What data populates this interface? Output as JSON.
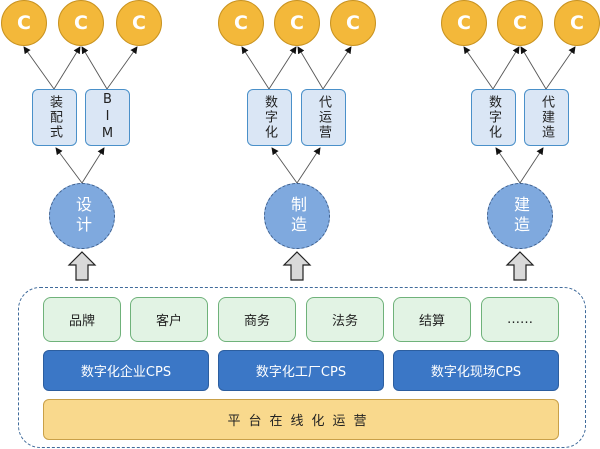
{
  "top_nodes": {
    "label": "C",
    "colors": {
      "fill": "#f3b83a",
      "stroke": "#c99320"
    }
  },
  "groups": [
    {
      "hub": "设计",
      "boxes": [
        "装配式",
        "BIM"
      ]
    },
    {
      "hub": "制造",
      "boxes": [
        "数字化",
        "代运营"
      ]
    },
    {
      "hub": "建造",
      "boxes": [
        "数字化",
        "代建造"
      ]
    }
  ],
  "platform": {
    "modules": [
      "品牌",
      "客户",
      "商务",
      "法务",
      "结算",
      "……"
    ],
    "cps": [
      "数字化企业CPS",
      "数字化工厂CPS",
      "数字化现场CPS"
    ],
    "base": "平台在线化运营"
  },
  "colors": {
    "hub": "#7fa9de",
    "mini_box": "#dae6f5",
    "module": "#e2f3e4",
    "cps": "#3b77c6",
    "base": "#f9d98d"
  }
}
